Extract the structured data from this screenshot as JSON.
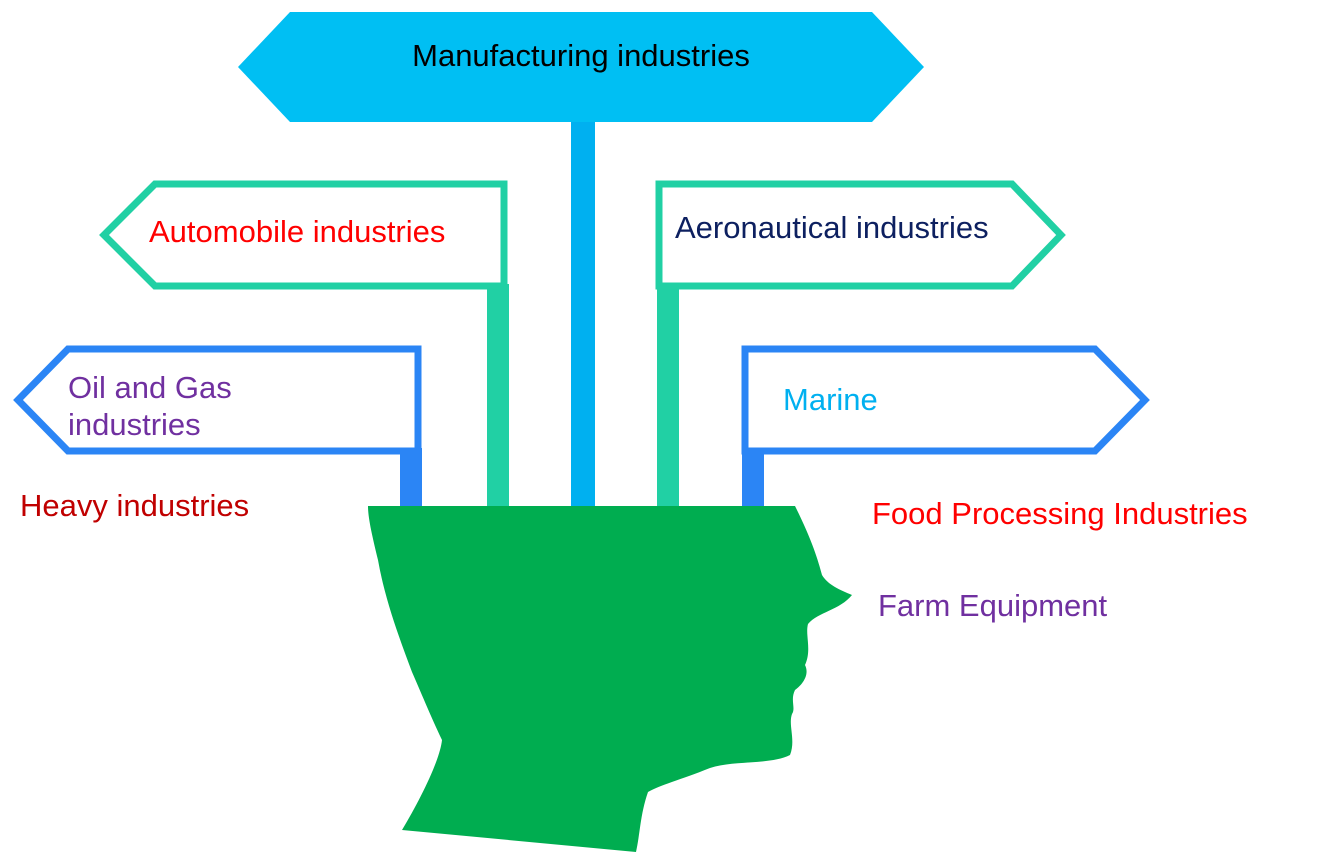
{
  "colors": {
    "main_sign": "#00bff3",
    "main_post": "#00b0f0",
    "teal_sign": "#21d0a4",
    "blue_sign": "#2b85f5",
    "head": "#00ad50",
    "red_text": "#ff0000",
    "dark_red_text": "#c00000",
    "navy_text": "#0d2060",
    "purple_text": "#7030a0",
    "cyan_text": "#00b0f0",
    "black_text": "#000000"
  },
  "signs": {
    "main": "Manufacturing industries",
    "automobile": "Automobile industries",
    "aeronautical": "Aeronautical industries",
    "oil_gas": "Oil and Gas industries",
    "marine": "Marine"
  },
  "labels": {
    "heavy": "Heavy industries",
    "food": "Food Processing Industries",
    "farm": "Farm Equipment"
  },
  "icons": {
    "head": "head-silhouette-icon"
  }
}
